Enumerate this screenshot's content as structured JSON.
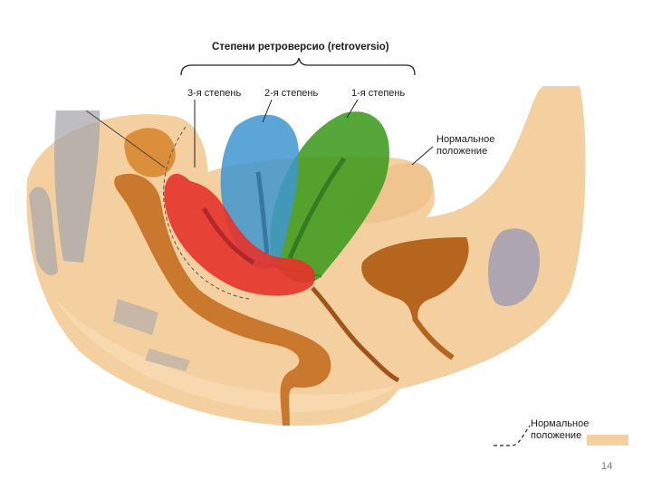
{
  "diagram": {
    "title": "Степени ретроверсио (retroversio)",
    "degree3": "3-я степень",
    "degree2": "2-я степень",
    "degree1": "1-я степень",
    "normal_top": [
      "Нормальное",
      "положение"
    ],
    "normal_bottom": [
      "Нормальное",
      "положение"
    ]
  },
  "page_number": "14",
  "colors": {
    "tissue": "#f4cf9f",
    "tissue_light": "#f8dcb6",
    "organ_brown": "#c9782e",
    "degree1": "#3f9b1f",
    "degree2": "#3e97cf",
    "degree3": "#e6322a",
    "bone_gray": "#a7a7ad"
  }
}
